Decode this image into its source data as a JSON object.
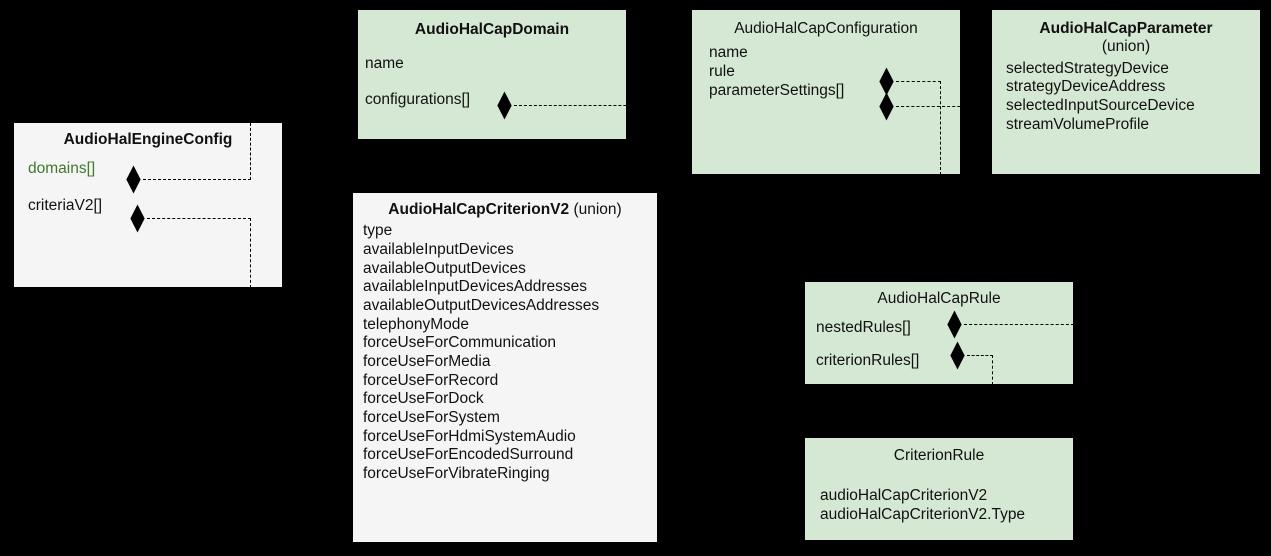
{
  "diagram": {
    "type": "uml-class-diagram",
    "background_color": "#000000",
    "box_fill_green": "#d5e8d4",
    "box_fill_gray": "#f5f5f5",
    "accent_green_text": "#3d7a2c",
    "classes": [
      {
        "id": "engine-config",
        "title": "AudioHalEngineConfig",
        "title_bold": true,
        "subtitle": "",
        "fill": "gray",
        "attributes": [
          {
            "label": "domains[]",
            "color": "green",
            "composition": true
          },
          {
            "label": "criteriaV2[]",
            "color": "black",
            "composition": true
          }
        ]
      },
      {
        "id": "cap-domain",
        "title": "AudioHalCapDomain",
        "title_bold": true,
        "subtitle": "",
        "fill": "green",
        "attributes": [
          {
            "label": "name",
            "color": "black",
            "composition": false
          },
          {
            "label": "configurations[]",
            "color": "black",
            "composition": true
          }
        ]
      },
      {
        "id": "cap-configuration",
        "title": "AudioHalCapConfiguration",
        "title_bold": false,
        "subtitle": "",
        "fill": "green",
        "attributes": [
          {
            "label": "name",
            "color": "black",
            "composition": false
          },
          {
            "label": "rule",
            "color": "black",
            "composition": true
          },
          {
            "label": "parameterSettings[]",
            "color": "black",
            "composition": true
          }
        ]
      },
      {
        "id": "cap-parameter",
        "title": "AudioHalCapParameter",
        "title_bold": true,
        "subtitle": "(union)",
        "fill": "green",
        "attributes": [
          {
            "label": "selectedStrategyDevice",
            "color": "black",
            "composition": false
          },
          {
            "label": "strategyDeviceAddress",
            "color": "black",
            "composition": false
          },
          {
            "label": "selectedInputSourceDevice",
            "color": "black",
            "composition": false
          },
          {
            "label": "streamVolumeProfile",
            "color": "black",
            "composition": false
          }
        ]
      },
      {
        "id": "cap-criterion-v2",
        "title": "AudioHalCapCriterionV2",
        "title_bold": true,
        "subtitle_inline": "(union)",
        "fill": "gray",
        "attributes": [
          {
            "label": "type",
            "color": "black",
            "composition": false
          },
          {
            "label": "availableInputDevices",
            "color": "black",
            "composition": false
          },
          {
            "label": "availableOutputDevices",
            "color": "black",
            "composition": false
          },
          {
            "label": "availableInputDevicesAddresses",
            "color": "black",
            "composition": false
          },
          {
            "label": "availableOutputDevicesAddresses",
            "color": "black",
            "composition": false
          },
          {
            "label": "telephonyMode",
            "color": "black",
            "composition": false
          },
          {
            "label": "forceUseForCommunication",
            "color": "black",
            "composition": false
          },
          {
            "label": "forceUseForMedia",
            "color": "black",
            "composition": false
          },
          {
            "label": "forceUseForRecord",
            "color": "black",
            "composition": false
          },
          {
            "label": "forceUseForDock",
            "color": "black",
            "composition": false
          },
          {
            "label": "forceUseForSystem",
            "color": "black",
            "composition": false
          },
          {
            "label": "forceUseForHdmiSystemAudio",
            "color": "black",
            "composition": false
          },
          {
            "label": "forceUseForEncodedSurround",
            "color": "black",
            "composition": false
          },
          {
            "label": "forceUseForVibrateRinging",
            "color": "black",
            "composition": false
          }
        ]
      },
      {
        "id": "cap-rule",
        "title": "AudioHalCapRule",
        "title_bold": false,
        "subtitle": "",
        "fill": "green",
        "attributes": [
          {
            "label": "nestedRules[]",
            "color": "black",
            "composition": true
          },
          {
            "label": "criterionRules[]",
            "color": "black",
            "composition": true
          }
        ]
      },
      {
        "id": "criterion-rule",
        "title": "CriterionRule",
        "title_bold": false,
        "subtitle": "",
        "fill": "green",
        "attributes": [
          {
            "label": "audioHalCapCriterionV2",
            "color": "black",
            "composition": false
          },
          {
            "label": "audioHalCapCriterionV2.Type",
            "color": "black",
            "composition": false
          }
        ]
      }
    ],
    "relations": [
      {
        "from": "engine-config.domains[]",
        "to": "cap-domain",
        "style": "dashed-composition"
      },
      {
        "from": "engine-config.criteriaV2[]",
        "to": "cap-criterion-v2",
        "style": "dashed-composition"
      },
      {
        "from": "cap-domain.configurations[]",
        "to": "cap-configuration",
        "style": "dashed-composition"
      },
      {
        "from": "cap-configuration.rule",
        "to": "cap-rule",
        "style": "dashed-composition"
      },
      {
        "from": "cap-configuration.parameterSettings[]",
        "to": "cap-parameter",
        "style": "dashed-composition"
      },
      {
        "from": "cap-rule.nestedRules[]",
        "to": "cap-rule",
        "style": "dashed-composition"
      },
      {
        "from": "cap-rule.criterionRules[]",
        "to": "criterion-rule",
        "style": "dashed-composition"
      }
    ]
  }
}
